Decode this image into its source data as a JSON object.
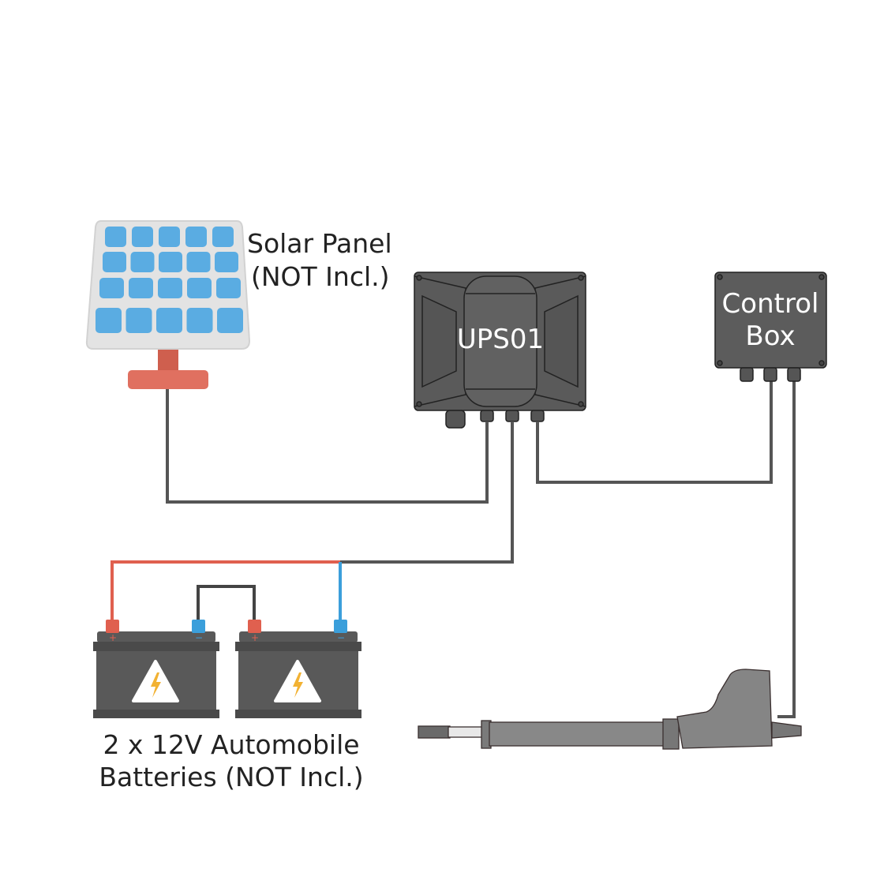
{
  "solar_panel": {
    "label_line1": "Solar Panel",
    "label_line2": "(NOT Incl.)"
  },
  "ups": {
    "label": "UPS01"
  },
  "control_box": {
    "label_line1": "Control",
    "label_line2": "Box"
  },
  "batteries": {
    "label_line1": "2 x 12V Automobile",
    "label_line2": "Batteries (NOT Incl.)",
    "positive_symbol": "+",
    "negative_symbol": "−",
    "count": 2
  },
  "colors": {
    "wire": "#555555",
    "positive": "#e0604f",
    "negative": "#3b9fdb",
    "device": "#5c5c5c",
    "solar_cell": "#5aace2",
    "stand": "#e07060",
    "warning": "#f2b233"
  },
  "icons": [
    "solar-panel-icon",
    "ups-box-icon",
    "control-box-icon",
    "battery-icon",
    "lightning-warning-icon",
    "linear-actuator-icon"
  ]
}
